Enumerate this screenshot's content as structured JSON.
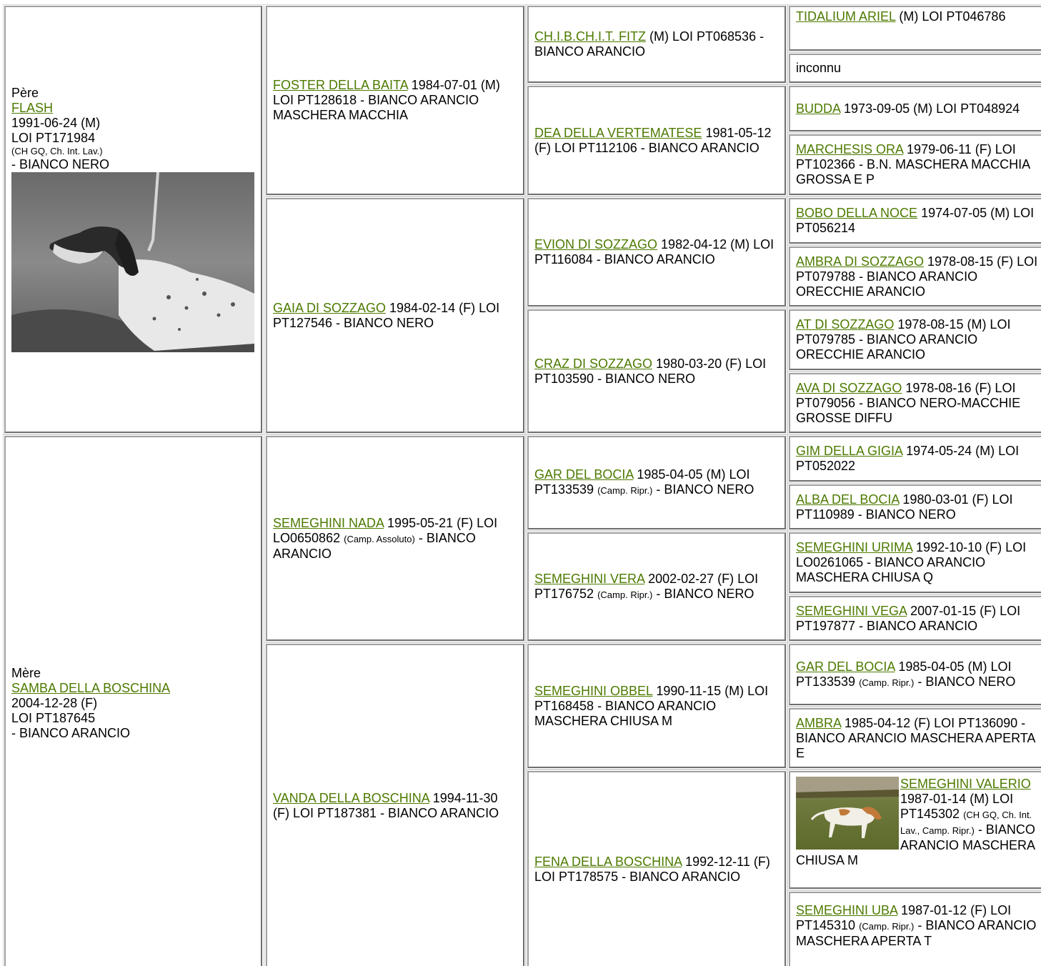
{
  "colors": {
    "link": "#4d7a00",
    "border_dark": "#6f6f6f",
    "border_light": "#a0a0a0"
  },
  "sire": {
    "role": "Père",
    "name": "FLASH",
    "date": "1991-06-24 (M)",
    "reg": "LOI PT171984",
    "titles": "(CH GQ, Ch. Int. Lav.)",
    "color": "- BIANCO NERO"
  },
  "dam": {
    "role": "Mère",
    "name": "SAMBA DELLA BOSCHINA",
    "date": "2004-12-28 (F)",
    "reg": "LOI PT187645",
    "color": "- BIANCO ARANCIO"
  },
  "gen2": [
    {
      "name": "FOSTER DELLA BAITA",
      "text": "1984-07-01 (M) LOI PT128618 - BIANCO ARANCIO MASCHERA MACCHIA"
    },
    {
      "name": "GAIA DI SOZZAGO",
      "text": "1984-02-14 (F) LOI PT127546 - BIANCO NERO"
    },
    {
      "name": "SEMEGHINI NADA",
      "text": "1995-05-21 (F) LOI LO0650862",
      "titles": "(Camp. Assoluto)",
      "text2": "- BIANCO ARANCIO"
    },
    {
      "name": "VANDA DELLA BOSCHINA",
      "text": "1994-11-30 (F) LOI PT187381 - BIANCO ARANCIO"
    }
  ],
  "gen3": [
    {
      "name": "CH.I.B.CH.I.T. FITZ",
      "text": "(M) LOI PT068536 - BIANCO ARANCIO"
    },
    {
      "name": "DEA DELLA VERTEMATESE",
      "text": "1981-05-12 (F) LOI PT112106 - BIANCO ARANCIO"
    },
    {
      "name": "EVION DI SOZZAGO",
      "text": "1982-04-12 (M) LOI PT116084 - BIANCO ARANCIO"
    },
    {
      "name": "CRAZ DI SOZZAGO",
      "text": "1980-03-20 (F) LOI PT103590 - BIANCO NERO"
    },
    {
      "name": "GAR DEL BOCIA",
      "text": "1985-04-05 (M) LOI PT133539",
      "titles": "(Camp. Ripr.)",
      "text2": "- BIANCO NERO"
    },
    {
      "name": "SEMEGHINI VERA",
      "text": "2002-02-27 (F) LOI PT176752",
      "titles": "(Camp. Ripr.)",
      "text2": "- BIANCO NERO"
    },
    {
      "name": "SEMEGHINI OBBEL",
      "text": "1990-11-15 (M) LOI PT168458 - BIANCO ARANCIO MASCHERA CHIUSA M"
    },
    {
      "name": "FENA DELLA BOSCHINA",
      "text": "1992-12-11 (F) LOI PT178575 - BIANCO ARANCIO"
    }
  ],
  "gen4": [
    {
      "name": "TIDALIUM ARIEL",
      "text": "(M) LOI PT046786"
    },
    {
      "unknown": "inconnu"
    },
    {
      "name": "BUDDA",
      "text": "1973-09-05 (M) LOI PT048924"
    },
    {
      "name": "MARCHESIS ORA",
      "text": "1979-06-11 (F) LOI PT102366 - B.N. MASCHERA MACCHIA GROSSA E P"
    },
    {
      "name": "BOBO DELLA NOCE",
      "text": "1974-07-05 (M) LOI PT056214"
    },
    {
      "name": "AMBRA DI SOZZAGO",
      "text": "1978-08-15 (F) LOI PT079788 - BIANCO ARANCIO ORECCHIE ARANCIO"
    },
    {
      "name": "AT DI SOZZAGO",
      "text": "1978-08-15 (M) LOI PT079785 - BIANCO ARANCIO ORECCHIE ARANCIO"
    },
    {
      "name": "AVA DI SOZZAGO",
      "text": "1978-08-16 (F) LOI PT079056 - BIANCO NERO-MACCHIE GROSSE DIFFU"
    },
    {
      "name": "GIM DELLA GIGIA",
      "text": "1974-05-24 (M) LOI PT052022"
    },
    {
      "name": "ALBA DEL BOCIA",
      "text": "1980-03-01 (F) LOI PT110989 - BIANCO NERO"
    },
    {
      "name": "SEMEGHINI URIMA",
      "text": "1992-10-10 (F) LOI LO0261065 - BIANCO ARANCIO MASCHERA CHIUSA Q"
    },
    {
      "name": "SEMEGHINI VEGA",
      "text": "2007-01-15 (F) LOI PT197877 - BIANCO ARANCIO"
    },
    {
      "name": "GAR DEL BOCIA",
      "text": "1985-04-05 (M) LOI PT133539",
      "titles": "(Camp. Ripr.)",
      "text2": "- BIANCO NERO"
    },
    {
      "name": "AMBRA",
      "text": "1985-04-12 (F) LOI PT136090 - BIANCO ARANCIO MASCHERA APERTA E"
    },
    {
      "name": "SEMEGHINI VALERIO",
      "text": "1987-01-14 (M) LOI PT145302",
      "titles": "(CH GQ, Ch. Int. Lav., Camp. Ripr.)",
      "text2": "- BIANCO ARANCIO MASCHERA CHIUSA M"
    },
    {
      "name": "SEMEGHINI UBA",
      "text": "1987-01-12 (F) LOI PT145310",
      "titles": "(Camp. Ripr.)",
      "text2": "- BIANCO ARANCIO MASCHERA APERTA T"
    }
  ]
}
